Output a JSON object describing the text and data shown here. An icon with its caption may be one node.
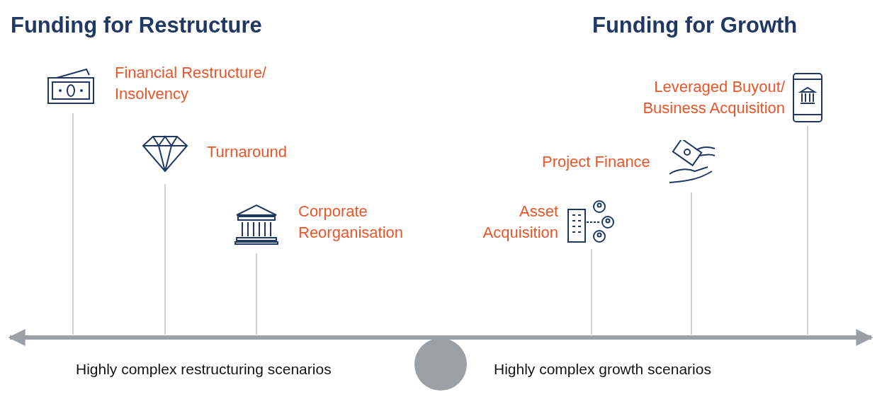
{
  "diagram": {
    "nodes": [
      {
        "text": [
          "Financial Restructure/ Insolvency"
        ]
      },
      {
        "text": [
          "Turnaround"
        ]
      },
      {
        "text": [
          "Corporate Reorganisation"
        ]
      },
      {
        "text": [
          "Asset Acquisition"
        ]
      },
      {
        "text": [
          "Project Finance"
        ]
      },
      {
        "text": [
          "Leveraged Buyout/ Business Acquisition"
        ]
      },
      {
        "text": [],
        "shape": "circle"
      }
    ],
    "edges": [
      {
        "from": 0,
        "to": null,
        "arrow": "none"
      },
      {
        "from": 1,
        "to": null,
        "arrow": "none"
      },
      {
        "from": 2,
        "to": null,
        "arrow": "none"
      },
      {
        "from": 3,
        "to": null,
        "arrow": "none"
      },
      {
        "from": 4,
        "to": null,
        "arrow": "none"
      },
      {
        "from": 5,
        "to": null,
        "arrow": "none"
      }
    ],
    "labels": [
      "Funding for Restructure",
      "Funding for Growth",
      "Highly complex restructuring scenarios",
      "Highly complex growth scenarios"
    ]
  }
}
